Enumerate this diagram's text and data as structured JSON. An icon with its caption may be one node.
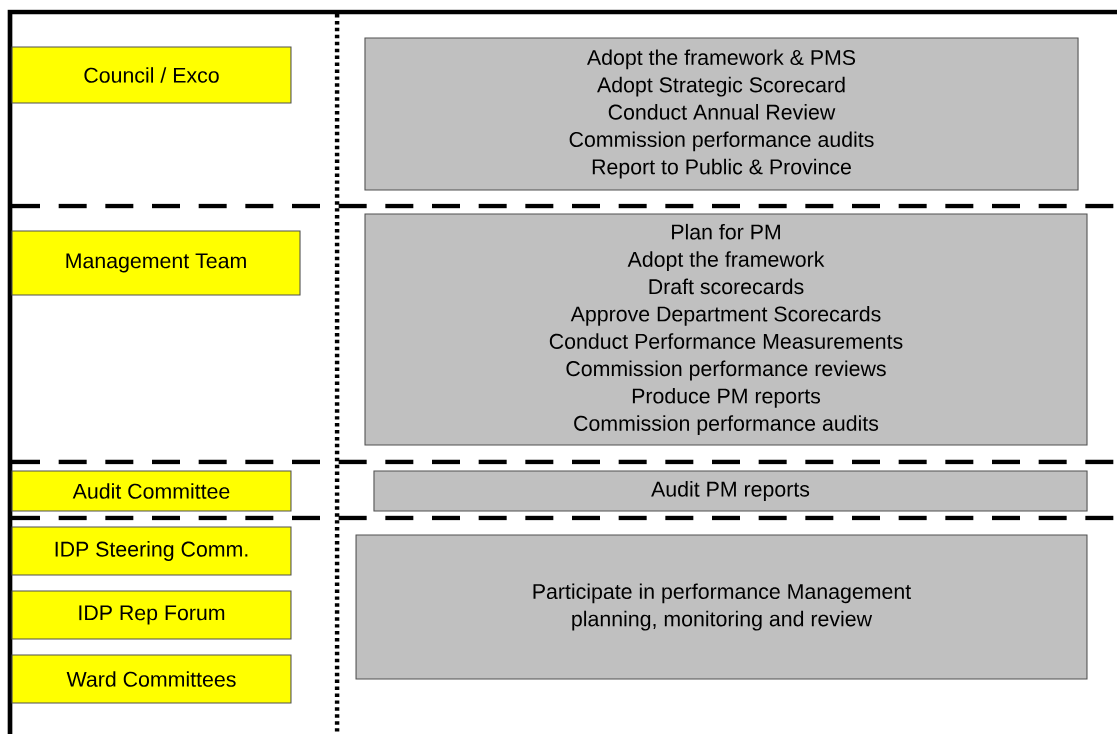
{
  "diagram": {
    "nodes": [
      {
        "text": [
          "Council / Exco"
        ]
      },
      {
        "text": [
          "Adopt the framework & PMS",
          "Adopt Strategic Scorecard",
          "Conduct Annual Review",
          "Commission performance audits",
          "Report to Public & Province"
        ]
      },
      {
        "text": [
          "Management Team"
        ]
      },
      {
        "text": [
          "Plan for PM",
          "Adopt the framework",
          "Draft scorecards",
          "Approve Department Scorecards",
          "Conduct Performance Measurements",
          "Commission performance reviews",
          "Produce PM reports",
          "Commission performance audits"
        ]
      },
      {
        "text": [
          "Audit Committee"
        ]
      },
      {
        "text": [
          "Audit PM reports"
        ]
      },
      {
        "text": [
          "IDP Steering Comm."
        ]
      },
      {
        "text": [
          "IDP Rep Forum"
        ]
      },
      {
        "text": [
          "Ward Committees"
        ]
      },
      {
        "text": [
          "Participate in performance Management planning, monitoring and review"
        ]
      }
    ]
  }
}
